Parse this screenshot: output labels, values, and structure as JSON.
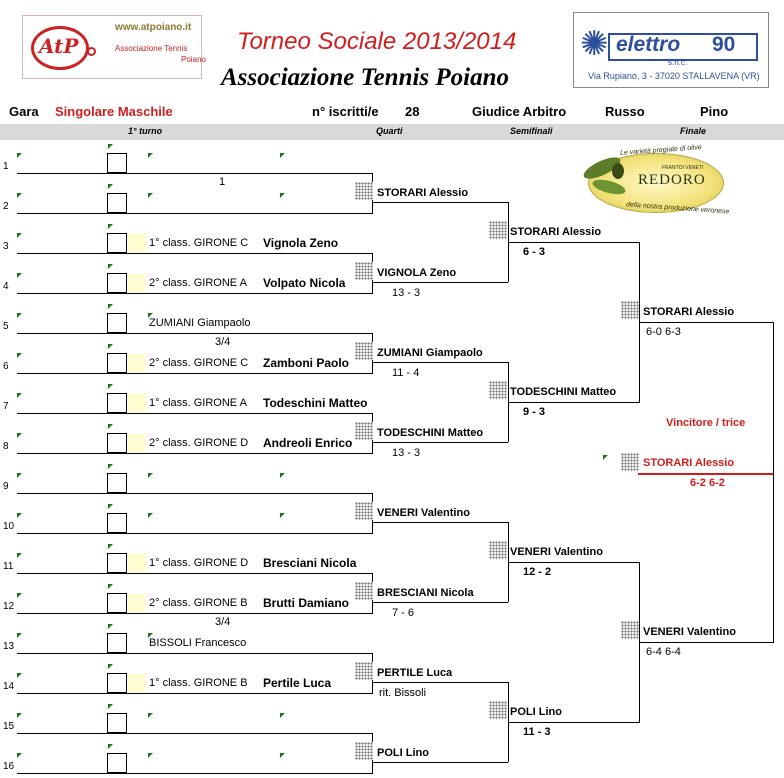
{
  "header": {
    "atp_logo": {
      "url": "www.atpoiano.it",
      "assoc": "Associazione Tennis",
      "place": "Poiano",
      "mark": "AtP"
    },
    "title": "Torneo Sociale 2013/2014",
    "subtitle": "Associazione Tennis Poiano",
    "sponsor_logo": {
      "name": "elettro",
      "number": "90",
      "suffix": "s.n.c.",
      "address": "Via Rupiano, 3 - 37020 STALLAVENA (VR)"
    }
  },
  "info": {
    "gara_label": "Gara",
    "gara_value": "Singolare Maschile",
    "iscritti_label": "n° iscritti/e",
    "iscritti_value": "28",
    "giudice_label": "Giudice Arbitro",
    "giudice_surname": "Russo",
    "giudice_name": "Pino"
  },
  "rounds": [
    "1° turno",
    "Quarti",
    "Semifinali",
    "Finale"
  ],
  "row_numbers": [
    "1",
    "2",
    "3",
    "4",
    "5",
    "6",
    "7",
    "8",
    "9",
    "10",
    "11",
    "12",
    "13",
    "14",
    "15",
    "16"
  ],
  "first_round": [
    {
      "row": 1,
      "qualifier": "",
      "name": ""
    },
    {
      "row": 2,
      "qualifier": "",
      "name": ""
    },
    {
      "row": 3,
      "qualifier": "1° class. GIRONE C",
      "name": "Vignola Zeno"
    },
    {
      "row": 4,
      "qualifier": "2° class. GIRONE A",
      "name": "Volpato Nicola"
    },
    {
      "row": 5,
      "qualifier": "ZUMIANI Giampaolo",
      "name": ""
    },
    {
      "row": 6,
      "qualifier": "2° class. GIRONE C",
      "name": "Zamboni Paolo"
    },
    {
      "row": 7,
      "qualifier": "1° class. GIRONE A",
      "name": "Todeschini Matteo"
    },
    {
      "row": 8,
      "qualifier": "2° class. GIRONE D",
      "name": "Andreoli Enrico"
    },
    {
      "row": 9,
      "qualifier": "",
      "name": ""
    },
    {
      "row": 10,
      "qualifier": "",
      "name": ""
    },
    {
      "row": 11,
      "qualifier": "1° class. GIRONE D",
      "name": "Bresciani Nicola"
    },
    {
      "row": 12,
      "qualifier": "2° class. GIRONE B",
      "name": "Brutti Damiano"
    },
    {
      "row": 13,
      "qualifier": "BISSOLI Francesco",
      "name": ""
    },
    {
      "row": 14,
      "qualifier": "1° class. GIRONE B",
      "name": "Pertile Luca"
    },
    {
      "row": 15,
      "qualifier": "",
      "name": ""
    },
    {
      "row": 16,
      "qualifier": "",
      "name": ""
    }
  ],
  "match_notes": [
    "1",
    "3/4",
    "3/4"
  ],
  "quarters": [
    {
      "winner": "STORARI Alessio",
      "score": ""
    },
    {
      "winner": "VIGNOLA Zeno",
      "score": "13 - 3"
    },
    {
      "winner": "ZUMIANI Giampaolo",
      "score": "11 - 4"
    },
    {
      "winner": "TODESCHINI Matteo",
      "score": "13 - 3"
    },
    {
      "winner": "VENERI Valentino",
      "score": ""
    },
    {
      "winner": "BRESCIANI Nicola",
      "score": "7 - 6"
    },
    {
      "winner": "PERTILE Luca",
      "score": "rit. Bissoli"
    },
    {
      "winner": "POLI Lino",
      "score": ""
    }
  ],
  "semifinals": [
    {
      "winner": "STORARI Alessio",
      "score": "6 - 3"
    },
    {
      "winner": "TODESCHINI Matteo",
      "score": "9 - 3"
    },
    {
      "winner": "VENERI Valentino",
      "score": "12 - 2"
    },
    {
      "winner": "POLI Lino",
      "score": "11 - 3"
    }
  ],
  "finals": [
    {
      "winner": "STORARI Alessio",
      "score": "6-0 6-3"
    },
    {
      "winner": "VENERI Valentino",
      "score": "6-4 6-4"
    }
  ],
  "champion": {
    "label": "Vincitore / trice",
    "name": "STORARI Alessio",
    "score": "6-2 6-2"
  },
  "sponsor2": {
    "brand": "REDORO",
    "top_text": "Le varietà pregiate di olive",
    "sub_text": "FRANTOI VENETI",
    "bottom_text": "della nostra produzione veronese"
  },
  "colors": {
    "accent_red": "#d11d1d",
    "header_gray": "#d9d9d9",
    "slot_yellow": "#fffccf",
    "marker_green": "#1a7a1a"
  }
}
